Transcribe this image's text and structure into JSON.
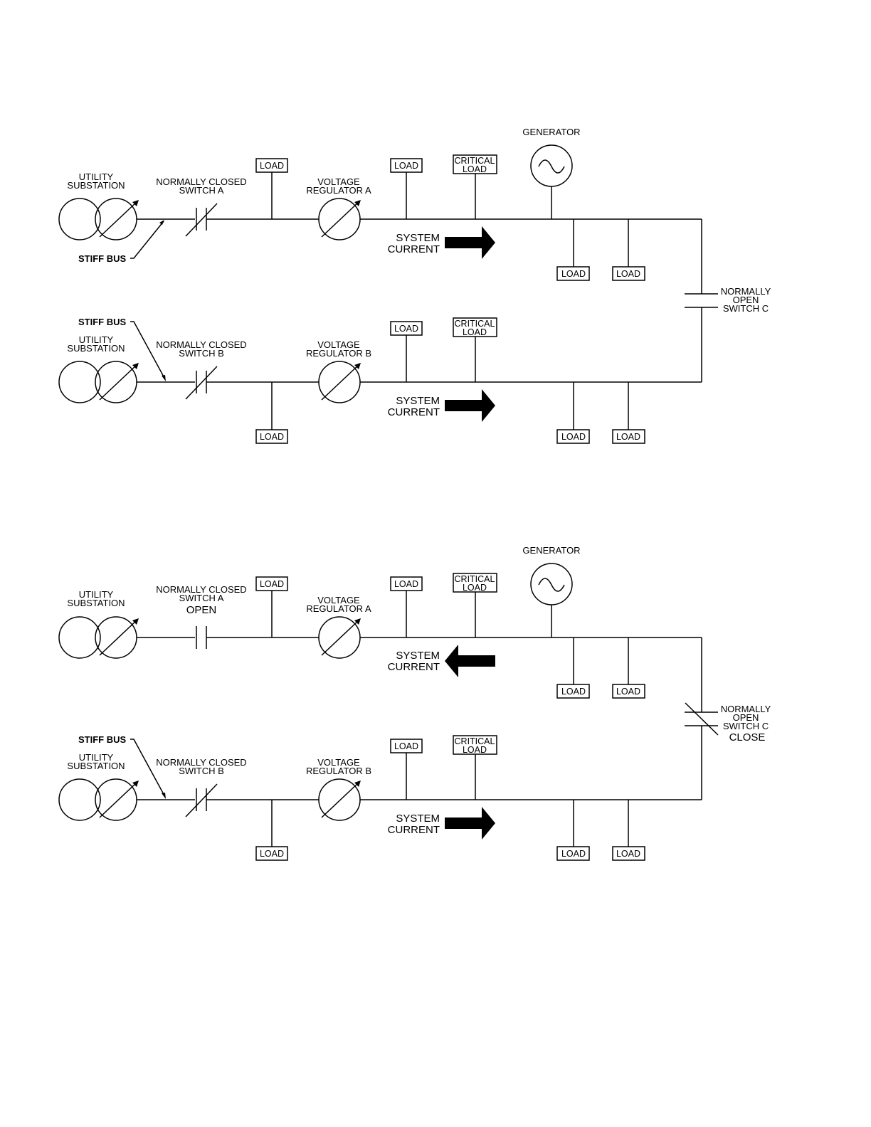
{
  "labels": {
    "utility_substation_1": "UTILITY",
    "utility_substation_2": "SUBSTATION",
    "nc_switch_1": "NORMALLY CLOSED",
    "switch_a": "SWITCH A",
    "switch_b": "SWITCH B",
    "switch_c": "SWITCH C",
    "voltage": "VOLTAGE",
    "regulator_a": "REGULATOR A",
    "regulator_b": "REGULATOR B",
    "generator": "GENERATOR",
    "load": "LOAD",
    "critical": "CRITICAL",
    "system": "SYSTEM",
    "current": "CURRENT",
    "stiff_bus": "STIFF BUS",
    "normally": "NORMALLY",
    "open": "OPEN",
    "open_state": "OPEN",
    "close_state": "CLOSE"
  },
  "diagrams": [
    {
      "name": "normal-operation",
      "feeder_a": {
        "switch_a_state": "",
        "current_direction": "right"
      },
      "feeder_b": {
        "current_direction": "right"
      },
      "switch_c_state": ""
    },
    {
      "name": "switch-a-open-switch-c-closed",
      "feeder_a": {
        "switch_a_state": "OPEN",
        "current_direction": "left"
      },
      "feeder_b": {
        "current_direction": "right"
      },
      "switch_c_state": "CLOSE"
    }
  ]
}
